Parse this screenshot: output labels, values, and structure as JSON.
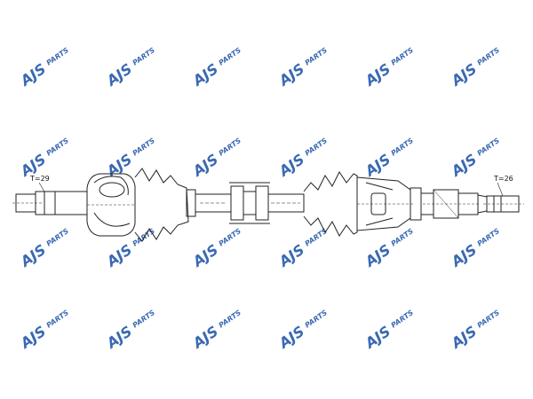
{
  "watermark": {
    "main_text": "AJS",
    "sub_text": "PARTS",
    "icon": "ajs-parts-logo-icon",
    "color": "#1f55a8"
  },
  "labels": {
    "left_spline": "T=29",
    "right_spline": "T=26"
  },
  "colors": {
    "line": "#222222",
    "background": "#ffffff"
  }
}
